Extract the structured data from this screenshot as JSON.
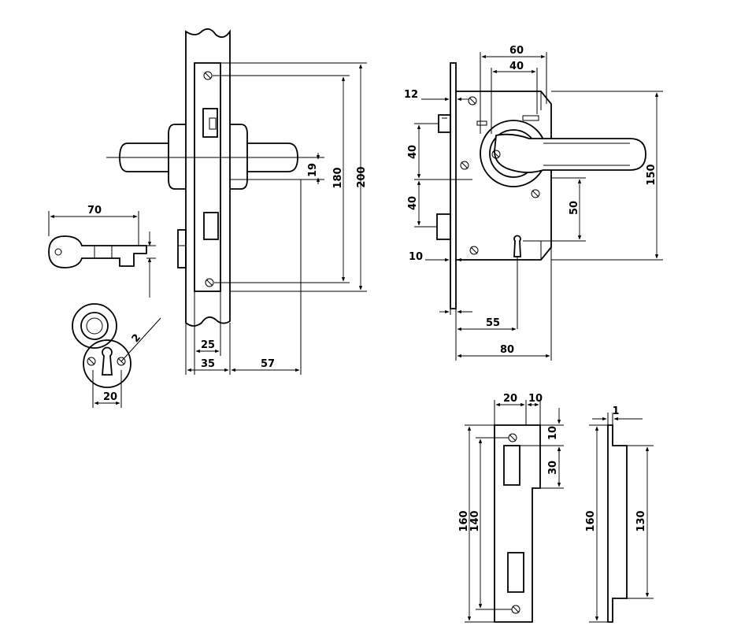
{
  "dimensions": {
    "front": {
      "height_200": "200",
      "screw_spacing_180": "180",
      "handle_offset_19": "19",
      "faceplate_25": "25",
      "width_35": "35",
      "backset_57": "57"
    },
    "key": {
      "length_70": "70"
    },
    "escutcheon": {
      "width_20": "20",
      "radius_2": "2"
    },
    "side": {
      "top_60": "60",
      "top_40": "40",
      "offset_12": "12",
      "latch_40": "40",
      "bolt_40": "40",
      "offset_10": "10",
      "spindle_50": "50",
      "height_150": "150",
      "key_55": "55",
      "depth_80": "80"
    },
    "strike_front": {
      "width_20": "20",
      "lip_10": "10",
      "top_10": "10",
      "slot_30": "30",
      "height_160": "160",
      "screws_140": "140"
    },
    "strike_side": {
      "thickness_1": "1",
      "height_160": "160",
      "inner_130": "130"
    }
  }
}
